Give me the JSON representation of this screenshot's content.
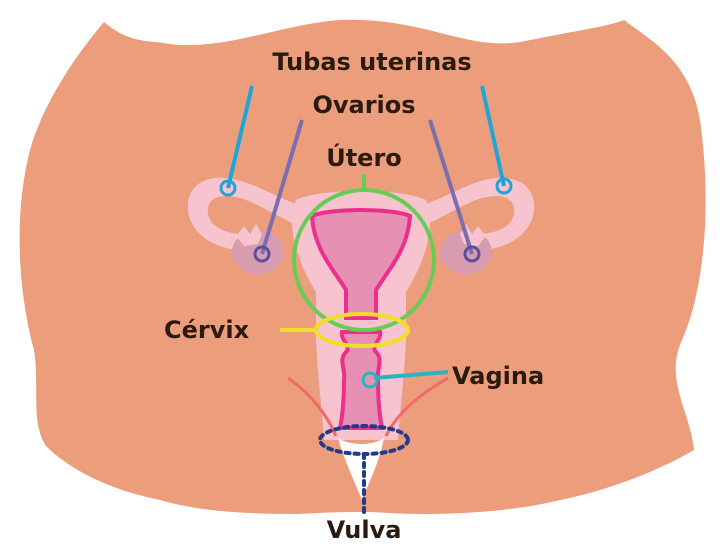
{
  "diagram": {
    "labels": {
      "tubas": "Tubas uterinas",
      "ovarios": "Ovarios",
      "utero": "Útero",
      "cervix": "Cérvix",
      "vagina": "Vagina",
      "vulva": "Vulva"
    },
    "colors": {
      "body": "#ec9e7c",
      "organ": "#f7c3cf",
      "uterus_inner": "#e690b3",
      "ovary": "#d89cb0",
      "outline_pink": "#ec2f8c",
      "tubas_line": "#1fa3d8",
      "ovarios_line": "#7a6eb0",
      "utero_line": "#66cc55",
      "cervix_line": "#f2dd28",
      "vagina_line": "#27b6bf",
      "vulva_line": "#223a8a",
      "label_text": "#2a1a10"
    }
  }
}
